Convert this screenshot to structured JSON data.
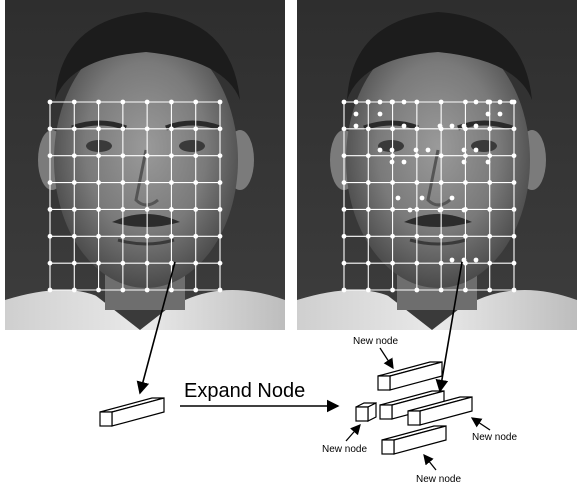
{
  "diagram": {
    "expand_label": "Expand Node",
    "new_node_labels": [
      "New node",
      "New node",
      "New node",
      "New node"
    ]
  },
  "panels": [
    {
      "grid": "uniform"
    },
    {
      "grid": "refined"
    }
  ]
}
